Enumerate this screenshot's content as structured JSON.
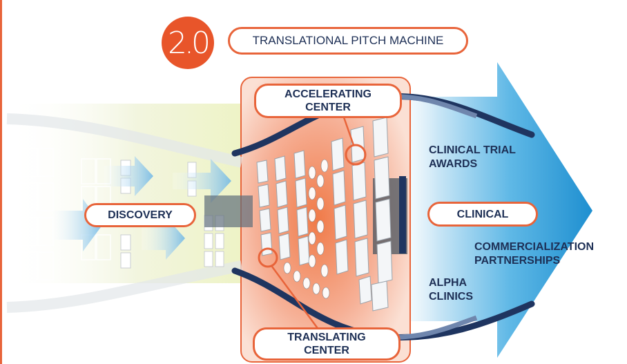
{
  "title": {
    "badge": "2.0",
    "text": "TRANSLATIONAL PITCH MACHINE"
  },
  "stages": {
    "discovery": "DISCOVERY",
    "clinical": "CLINICAL",
    "accelerating_center": [
      "ACCELERATING",
      "CENTER"
    ],
    "translating_center": [
      "TRANSLATING",
      "CENTER"
    ]
  },
  "outcomes": {
    "clinical_trial_awards": [
      "CLINICAL TRIAL",
      "AWARDS"
    ],
    "commercialization_partnerships": [
      "COMMERCIALIZATION",
      "PARTNERSHIPS"
    ],
    "alpha_clinics": [
      "ALPHA",
      "CLINICS"
    ]
  },
  "colors": {
    "accent_orange": "#e8643a",
    "navy_text": "#1d2f55",
    "arrow_blue": "#2f9fd8"
  }
}
